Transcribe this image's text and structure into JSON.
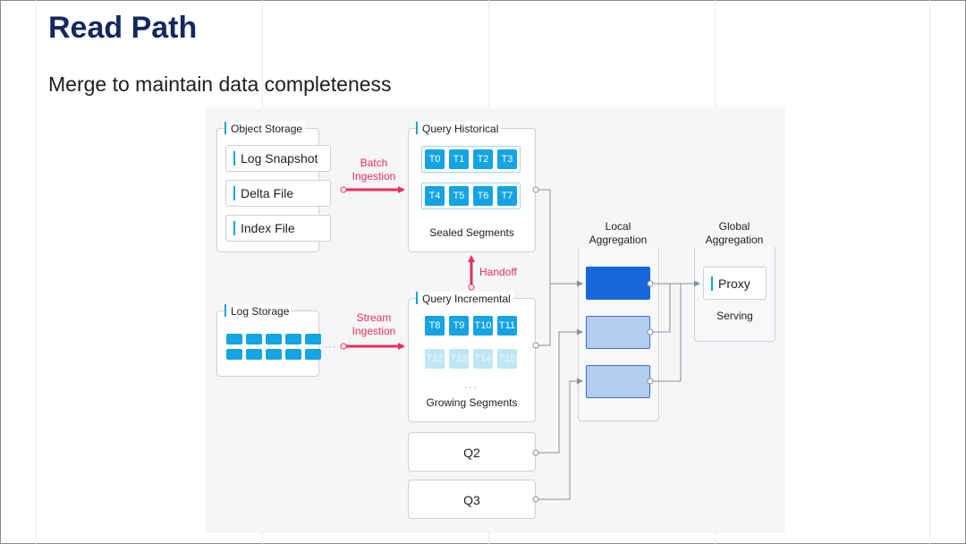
{
  "slide": {
    "title": "Read Path",
    "subtitle": "Merge to maintain data completeness"
  },
  "diagram": {
    "object_storage": {
      "label": "Object Storage",
      "items": [
        "Log Snapshot",
        "Delta File",
        "Index File"
      ]
    },
    "log_storage": {
      "label": "Log Storage"
    },
    "query_historical": {
      "label": "Query Historical",
      "row1": [
        "T0",
        "T1",
        "T2",
        "T3"
      ],
      "row2": [
        "T4",
        "T5",
        "T6",
        "T7"
      ],
      "caption": "Sealed Segments"
    },
    "query_incremental": {
      "label": "Query Incremental",
      "row1": [
        "T8",
        "T9",
        "T10",
        "T11"
      ],
      "row2": [
        "T12",
        "T13",
        "T14",
        "T15"
      ],
      "ellipsis": "···",
      "caption": "Growing Segments"
    },
    "arrows": {
      "batch": "Batch\nIngestion",
      "stream": "Stream\nIngestion",
      "handoff": "Handoff"
    },
    "queries": [
      "Q2",
      "Q3"
    ],
    "local_aggregation": {
      "label": "Local\nAggregation"
    },
    "global_aggregation": {
      "label": "Global\nAggregation",
      "proxy": "Proxy",
      "caption": "Serving"
    },
    "colors": {
      "accent_blue": "#14a3e3",
      "pink": "#e8305c",
      "dark_blue": "#1668d9",
      "light_blue": "#b4cdef"
    }
  }
}
